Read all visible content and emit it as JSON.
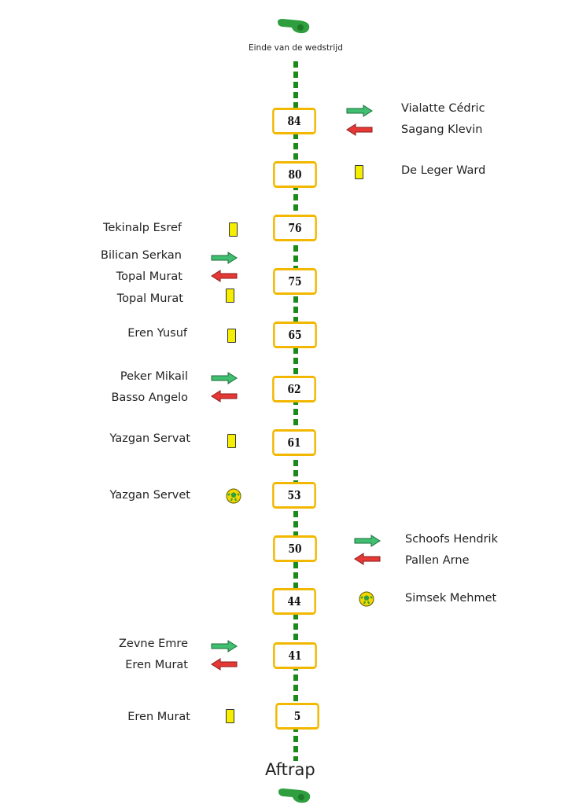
{
  "header": {
    "end_label": "Einde van de wedstrijd"
  },
  "footer": {
    "start_label": "Aftrap"
  },
  "colors": {
    "line": "#1a8a1a",
    "box_border": "#f2b800",
    "card": "#f5ee00",
    "arrow_in": "#3fbf6f",
    "arrow_out": "#e53935"
  },
  "minutes": [
    "84",
    "80",
    "76",
    "75",
    "65",
    "62",
    "61",
    "53",
    "50",
    "44",
    "41",
    "5"
  ],
  "right_events": [
    {
      "minute": "84",
      "type": "sub_in",
      "player": "Vialatte Cédric"
    },
    {
      "minute": "84",
      "type": "sub_out",
      "player": "Sagang Klevin"
    },
    {
      "minute": "80",
      "type": "yellow_card",
      "player": "De Leger Ward"
    },
    {
      "minute": "50",
      "type": "sub_in",
      "player": "Schoofs Hendrik"
    },
    {
      "minute": "50",
      "type": "sub_out",
      "player": "Pallen Arne"
    },
    {
      "minute": "44",
      "type": "goal",
      "player": "Simsek Mehmet"
    }
  ],
  "left_events": [
    {
      "minute": "76",
      "type": "yellow_card",
      "player": "Tekinalp Esref"
    },
    {
      "minute": "75",
      "type": "sub_in",
      "player": "Bilican Serkan"
    },
    {
      "minute": "75",
      "type": "sub_out",
      "player": "Topal Murat"
    },
    {
      "minute": "75",
      "type": "yellow_card",
      "player": "Topal Murat"
    },
    {
      "minute": "65",
      "type": "yellow_card",
      "player": "Eren Yusuf"
    },
    {
      "minute": "62",
      "type": "sub_in",
      "player": "Peker Mikail"
    },
    {
      "minute": "62",
      "type": "sub_out",
      "player": "Basso Angelo"
    },
    {
      "minute": "61",
      "type": "yellow_card",
      "player": "Yazgan Servat"
    },
    {
      "minute": "53",
      "type": "goal",
      "player": "Yazgan Servet"
    },
    {
      "minute": "41",
      "type": "sub_in",
      "player": "Zevne Emre"
    },
    {
      "minute": "41",
      "type": "sub_out",
      "player": "Eren Murat"
    },
    {
      "minute": "5",
      "type": "yellow_card",
      "player": "Eren Murat"
    }
  ]
}
